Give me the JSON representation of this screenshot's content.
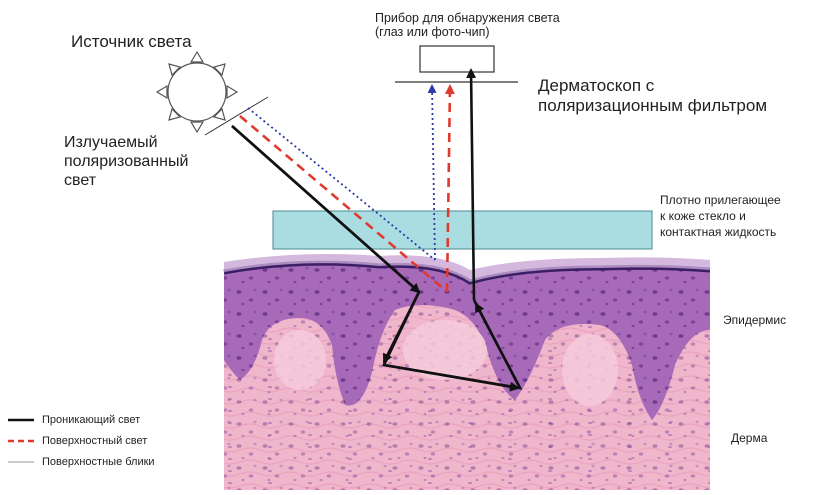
{
  "labels": {
    "light_source": "Источник света",
    "detector": "Прибор для обнаружения света\n(глаз или  фото-чип)",
    "dermatoscope": "Дерматоскоп с\nполяризационным фильтром",
    "emitted_light": "Излучаемый\nполяризованный\nсвет",
    "glass": "Плотно прилегающее\nк коже стекло и\nконтактная жидкость",
    "epidermis": "Эпидермис",
    "dermis": "Дерма"
  },
  "legend": [
    {
      "label": "Проникающий свет",
      "color": "#111111",
      "style": "solid"
    },
    {
      "label": "Поверхностный свет",
      "color": "#e03a2e",
      "style": "dashed"
    },
    {
      "label": "Поверхностные блики",
      "color": "#cccccc",
      "style": "solid"
    }
  ],
  "colors": {
    "glass": "#a9dde1",
    "epidermis": "#8a4aa6",
    "dermis": "#f0b6cc",
    "penetrating": "#111111",
    "surface": "#e03a2e",
    "glare": "#2b3aa8"
  }
}
